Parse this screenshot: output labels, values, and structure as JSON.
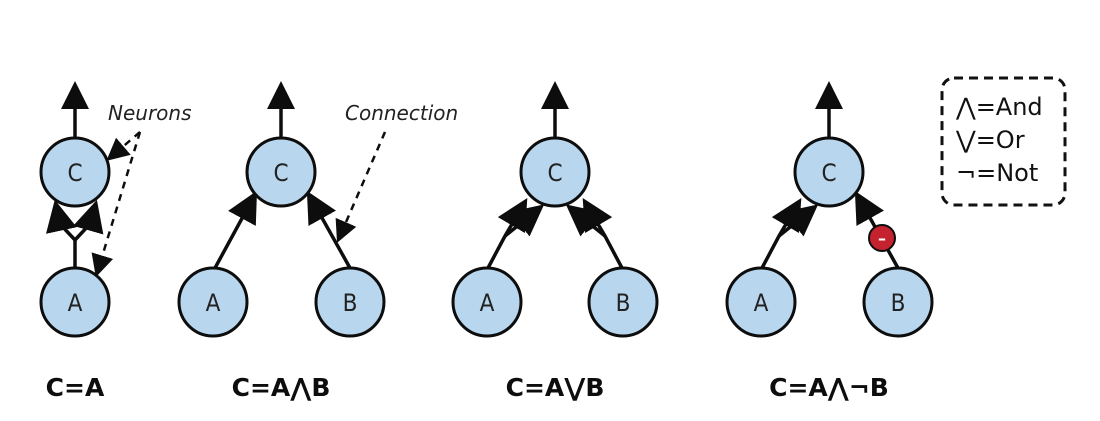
{
  "annotations": {
    "neurons": "Neurons",
    "connection": "Connection"
  },
  "legend": {
    "and": "⋀=And",
    "or": "⋁=Or",
    "not": "¬=Not"
  },
  "networks": [
    {
      "caption": "C=A",
      "nodes": [
        {
          "id": "C",
          "label": "C"
        },
        {
          "id": "A",
          "label": "A"
        }
      ],
      "connections": [
        {
          "from": "A",
          "to": "C",
          "type": "excitatory"
        },
        {
          "from": "A",
          "to": "C",
          "type": "excitatory"
        }
      ]
    },
    {
      "caption": "C=A⋀B",
      "nodes": [
        {
          "id": "C",
          "label": "C"
        },
        {
          "id": "A",
          "label": "A"
        },
        {
          "id": "B",
          "label": "B"
        }
      ],
      "connections": [
        {
          "from": "A",
          "to": "C",
          "type": "excitatory"
        },
        {
          "from": "B",
          "to": "C",
          "type": "excitatory"
        }
      ]
    },
    {
      "caption": "C=A⋁B",
      "nodes": [
        {
          "id": "C",
          "label": "C"
        },
        {
          "id": "A",
          "label": "A"
        },
        {
          "id": "B",
          "label": "B"
        }
      ],
      "connections": [
        {
          "from": "A",
          "to": "C",
          "type": "excitatory"
        },
        {
          "from": "A",
          "to": "C",
          "type": "excitatory"
        },
        {
          "from": "B",
          "to": "C",
          "type": "excitatory"
        },
        {
          "from": "B",
          "to": "C",
          "type": "excitatory"
        }
      ]
    },
    {
      "caption": "C=A⋀¬B",
      "nodes": [
        {
          "id": "C",
          "label": "C"
        },
        {
          "id": "A",
          "label": "A"
        },
        {
          "id": "B",
          "label": "B"
        }
      ],
      "connections": [
        {
          "from": "A",
          "to": "C",
          "type": "excitatory"
        },
        {
          "from": "A",
          "to": "C",
          "type": "excitatory"
        },
        {
          "from": "B",
          "to": "C",
          "type": "inhibitory",
          "marker": "–"
        }
      ]
    }
  ]
}
